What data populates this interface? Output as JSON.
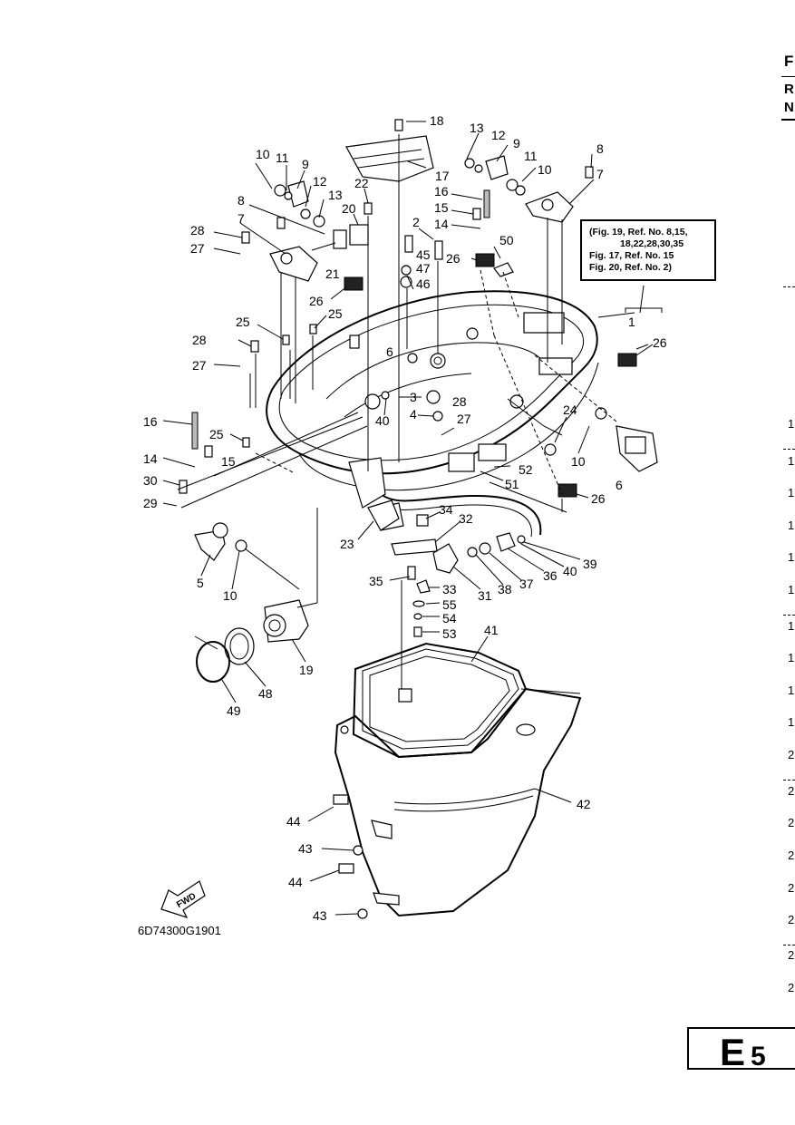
{
  "diagram": {
    "ref_box_lines": [
      "(Fig. 19, Ref. No. 8,15,",
      "18,22,28,30,35",
      "Fig. 17, Ref. No. 15",
      "Fig. 20, Ref. No. 2)"
    ],
    "drawing_code": "6D74300G1901",
    "fwd_label": "FWD",
    "page_code_letter": "E",
    "page_code_number": "5",
    "right_edge_header": [
      "F",
      "R",
      "N"
    ],
    "right_edge_numbers": [
      "1",
      "1",
      "1",
      "1",
      "1",
      "1",
      "1",
      "1",
      "1",
      "1",
      "2",
      "2",
      "2",
      "2",
      "2",
      "2",
      "2",
      "2"
    ],
    "callouts": [
      {
        "id": "c18",
        "text": "18"
      },
      {
        "id": "c17",
        "text": "17"
      },
      {
        "id": "c13a",
        "text": "13"
      },
      {
        "id": "c12a",
        "text": "12"
      },
      {
        "id": "c9a",
        "text": "9"
      },
      {
        "id": "c8a",
        "text": "8"
      },
      {
        "id": "c11a",
        "text": "11"
      },
      {
        "id": "c10a",
        "text": "10"
      },
      {
        "id": "c7a",
        "text": "7"
      },
      {
        "id": "c16a",
        "text": "16"
      },
      {
        "id": "c15a",
        "text": "15"
      },
      {
        "id": "c14a",
        "text": "14"
      },
      {
        "id": "c10b",
        "text": "10"
      },
      {
        "id": "c11b",
        "text": "11"
      },
      {
        "id": "c9b",
        "text": "9"
      },
      {
        "id": "c12b",
        "text": "12"
      },
      {
        "id": "c13b",
        "text": "13"
      },
      {
        "id": "c22",
        "text": "22"
      },
      {
        "id": "c20",
        "text": "20"
      },
      {
        "id": "c8b",
        "text": "8"
      },
      {
        "id": "c7b",
        "text": "7"
      },
      {
        "id": "c28a",
        "text": "28"
      },
      {
        "id": "c27a",
        "text": "27"
      },
      {
        "id": "c21",
        "text": "21"
      },
      {
        "id": "c26a",
        "text": "26"
      },
      {
        "id": "c2",
        "text": "2"
      },
      {
        "id": "c45",
        "text": "45"
      },
      {
        "id": "c47",
        "text": "47"
      },
      {
        "id": "c46",
        "text": "46"
      },
      {
        "id": "c26b",
        "text": "26"
      },
      {
        "id": "c50",
        "text": "50"
      },
      {
        "id": "c1",
        "text": "1"
      },
      {
        "id": "c26c",
        "text": "26"
      },
      {
        "id": "c25a",
        "text": "25"
      },
      {
        "id": "c25b",
        "text": "25"
      },
      {
        "id": "c28b",
        "text": "28"
      },
      {
        "id": "c27b",
        "text": "27"
      },
      {
        "id": "c6a",
        "text": "6"
      },
      {
        "id": "c3",
        "text": "3"
      },
      {
        "id": "c28c",
        "text": "28"
      },
      {
        "id": "c4",
        "text": "4"
      },
      {
        "id": "c27c",
        "text": "27"
      },
      {
        "id": "c40a",
        "text": "40"
      },
      {
        "id": "c24",
        "text": "24"
      },
      {
        "id": "c10c",
        "text": "10"
      },
      {
        "id": "c16b",
        "text": "16"
      },
      {
        "id": "c25c",
        "text": "25"
      },
      {
        "id": "c14b",
        "text": "14"
      },
      {
        "id": "c15b",
        "text": "15"
      },
      {
        "id": "c30",
        "text": "30"
      },
      {
        "id": "c29",
        "text": "29"
      },
      {
        "id": "c52",
        "text": "52"
      },
      {
        "id": "c51",
        "text": "51"
      },
      {
        "id": "c6b",
        "text": "6"
      },
      {
        "id": "c26d",
        "text": "26"
      },
      {
        "id": "c34",
        "text": "34"
      },
      {
        "id": "c32",
        "text": "32"
      },
      {
        "id": "c23",
        "text": "23"
      },
      {
        "id": "c5",
        "text": "5"
      },
      {
        "id": "c10d",
        "text": "10"
      },
      {
        "id": "c39",
        "text": "39"
      },
      {
        "id": "c40b",
        "text": "40"
      },
      {
        "id": "c36",
        "text": "36"
      },
      {
        "id": "c37",
        "text": "37"
      },
      {
        "id": "c38",
        "text": "38"
      },
      {
        "id": "c31",
        "text": "31"
      },
      {
        "id": "c35",
        "text": "35"
      },
      {
        "id": "c33",
        "text": "33"
      },
      {
        "id": "c55",
        "text": "55"
      },
      {
        "id": "c54",
        "text": "54"
      },
      {
        "id": "c53",
        "text": "53"
      },
      {
        "id": "c41",
        "text": "41"
      },
      {
        "id": "c19",
        "text": "19"
      },
      {
        "id": "c48",
        "text": "48"
      },
      {
        "id": "c49",
        "text": "49"
      },
      {
        "id": "c42",
        "text": "42"
      },
      {
        "id": "c44a",
        "text": "44"
      },
      {
        "id": "c43a",
        "text": "43"
      },
      {
        "id": "c44b",
        "text": "44"
      },
      {
        "id": "c43b",
        "text": "43"
      }
    ]
  }
}
